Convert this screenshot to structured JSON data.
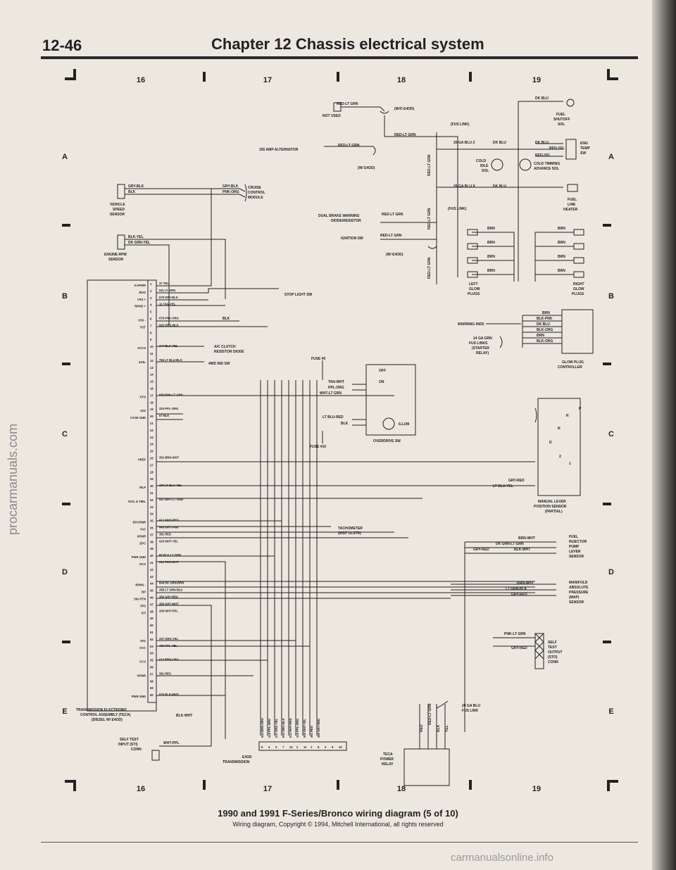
{
  "header": {
    "page_number": "12-46",
    "chapter_title": "Chapter 12  Chassis electrical system"
  },
  "columns": [
    "16",
    "17",
    "18",
    "19"
  ],
  "rows": [
    "A",
    "B",
    "C",
    "D",
    "E"
  ],
  "labels": {
    "not_used": "NOT USED",
    "wo_e4od": "(W/O E4OD)",
    "w_e4od": "(W/ E4OD)",
    "w_e4od2": "(W/ E4OD)",
    "alternator": "165 AMP ALTERNATOR",
    "fus_link1": "(FUS LINK)",
    "fus_link2": "(FUS LINK)",
    "ga20_z": "20 GA BLU Z",
    "ga20_x": "20 GA BLU X",
    "cold_idle_sol": [
      "COLD",
      "IDLE",
      "SOL"
    ],
    "cold_timing": [
      "COLD TIMMING",
      "ADVANCE SOL"
    ],
    "fuel_shutoff": [
      "FUEL",
      "SHUTOFF",
      "SOL"
    ],
    "eng_temp": [
      "ENG",
      "TEMP",
      "SW"
    ],
    "fuel_line_heater": [
      "FUEL",
      "LINE",
      "HEATER"
    ],
    "dual_brake": [
      "DUAL BRAKE WARNING",
      "DIODE/RESISTOR"
    ],
    "ignition_sw": "IGNITION SW",
    "vss_sensor": [
      "VEHICLE",
      "SPEED",
      "SENSOR"
    ],
    "rpm_sensor": [
      "ENGINE RPM",
      "SENSOR"
    ],
    "cruise": [
      "CRUISE",
      "CONTROL",
      "MODULE"
    ],
    "left_glow": [
      "LEFT",
      "GLOW",
      "PLUGS"
    ],
    "right_glow": [
      "RIGHT",
      "GLOW",
      "PLUGS"
    ],
    "warning_inds": "WARNING INDS",
    "ga14": [
      "14 GA GRN",
      "FUS LINKS",
      "(STARTER",
      "RELAY)"
    ],
    "glow_ctrl": [
      "GLOW PLUG",
      "CONTROLLER"
    ],
    "stop_light": "STOP LIGHT SW",
    "ac_clutch": [
      "A/C CLUTCH",
      "RESISTOR DIODE"
    ],
    "fourwd": "4WD IND SW",
    "fuse5": "FUSE #5",
    "fuse10": "FUSE #10",
    "off": "OFF",
    "on": "ON",
    "illum": "ILLUM",
    "overdrive": "OVERDRIVE SW",
    "manual_lever": [
      "MANUAL LEVER",
      "POSITION SENSOR",
      "(PARTIAL)"
    ],
    "lever_pos": [
      "P",
      "R",
      "N",
      "D",
      "2",
      "1"
    ],
    "tachometer": [
      "TACHOMETER",
      "(INST CLSTR)"
    ],
    "fuel_injector": [
      "FUEL",
      "INJECTOR",
      "PUMP",
      "LEVER",
      "SENSOR"
    ],
    "map_sensor": [
      "MANIFOLD",
      "ABSOLUTE",
      "PRESSURE",
      "(MAP)",
      "SENSOR"
    ],
    "self_test_out": [
      "SELF",
      "TEST",
      "OUTPUT",
      "(STO)",
      "CONN"
    ],
    "teca": [
      "TRANSMISSION ELECTRONIC",
      "CONTROL ASSEMBLY (TECA)",
      "(DIESEL W/ E4OD)"
    ],
    "self_test_in": [
      "SELF TEST",
      "INPUT (STI)",
      "CONN"
    ],
    "e4od": [
      "E4OD",
      "TRANSMISSION"
    ],
    "teca_relay": [
      "TECA",
      "POWER",
      "RELAY"
    ],
    "fus20": [
      "20 GA BLU",
      "FUS LINK"
    ]
  },
  "wires": {
    "red_lt_grn": "RED-LT GRN",
    "dk_blu": "DK BLU",
    "red_yel": "RED-YEL",
    "gry_blk": "GRY-BLK",
    "blk": "BLK",
    "pnk_org": "PNK-ORG",
    "blk_yel": "BLK-YEL",
    "dk_grn_yel": "DK GRN-YEL",
    "brn": "BRN",
    "blk_pnk": "BLK-PNK",
    "blk_org": "BLK-ORG",
    "tan_wht": "TAN-WHT",
    "ppl_org": "PPL-ORG",
    "wht_lt_grn": "WHT-LT GRN",
    "lt_blu_red": "LT BLU-RED",
    "gry_red": "GRY-RED",
    "lt_blu_yel": "LT BLU-YEL",
    "brn_wht": "BRN-WHT",
    "dk_grn_lt_grn": "DK GRN-LT GRN",
    "blk_wht": "BLK-WHT",
    "lt_grn_blk": "LT GRN-BLK",
    "pnk_lt_grn": "PNK-LT GRN",
    "wht_ppl": "WHT-PPL",
    "yel": "YEL",
    "red": "RED"
  },
  "teca_pins": [
    {
      "pin": "1",
      "name": "KAPWR",
      "wire": "37 YEL"
    },
    {
      "pin": "2",
      "name": "BOO",
      "wire": "511 LT GRN"
    },
    {
      "pin": "3",
      "name": "VSS +",
      "wire": "679 GRY-BLK"
    },
    {
      "pin": "4",
      "name": "RPMS +",
      "wire": "11 TAN-YEL"
    },
    {
      "pin": "5",
      "name": "",
      "wire": ""
    },
    {
      "pin": "6",
      "name": "VSS -",
      "wire": "676 PNK-ORG"
    },
    {
      "pin": "7",
      "name": "TOT",
      "wire": "923 ORG-BLK"
    },
    {
      "pin": "8",
      "name": "",
      "wire": ""
    },
    {
      "pin": "9",
      "name": "",
      "wire": ""
    },
    {
      "pin": "10",
      "name": "ACCS",
      "wire": "347 BLK-YEL"
    },
    {
      "pin": "11",
      "name": "",
      "wire": ""
    },
    {
      "pin": "12",
      "name": "4X4L",
      "wire": "784 LT BLU-BLK"
    },
    {
      "pin": "13",
      "name": "",
      "wire": ""
    },
    {
      "pin": "14",
      "name": "",
      "wire": ""
    },
    {
      "pin": "15",
      "name": "",
      "wire": ""
    },
    {
      "pin": "16",
      "name": "",
      "wire": ""
    },
    {
      "pin": "17",
      "name": "STO",
      "wire": "659 PNK-LT GRN"
    },
    {
      "pin": "18",
      "name": "",
      "wire": ""
    },
    {
      "pin": "19",
      "name": "SS2",
      "wire": "315 PPL-ORG"
    },
    {
      "pin": "20",
      "name": "CASE GND",
      "wire": "57 BLK"
    },
    {
      "pin": "21",
      "name": "",
      "wire": ""
    },
    {
      "pin": "22",
      "name": "",
      "wire": ""
    },
    {
      "pin": "23",
      "name": "",
      "wire": ""
    },
    {
      "pin": "24",
      "name": "",
      "wire": ""
    },
    {
      "pin": "25",
      "name": "",
      "wire": ""
    },
    {
      "pin": "26",
      "name": "VREF",
      "wire": "351 BRN-WHT"
    },
    {
      "pin": "27",
      "name": "",
      "wire": ""
    },
    {
      "pin": "28",
      "name": "",
      "wire": ""
    },
    {
      "pin": "29",
      "name": "",
      "wire": ""
    },
    {
      "pin": "30",
      "name": "MLP",
      "wire": "199 LT BLU-YEL"
    },
    {
      "pin": "31",
      "name": "",
      "wire": ""
    },
    {
      "pin": "32",
      "name": "OCIL & TMIL",
      "wire": "911 WHT-LT GRN"
    },
    {
      "pin": "33",
      "name": "",
      "wire": ""
    },
    {
      "pin": "34",
      "name": "",
      "wire": ""
    },
    {
      "pin": "35",
      "name": "EPCPWR",
      "wire": "912 WHT-RED"
    },
    {
      "pin": "36",
      "name": "TAC",
      "wire": "648 WHT-PNK"
    },
    {
      "pin": "37",
      "name": "VPWR",
      "wire": "361 RED"
    },
    {
      "pin": "38",
      "name": "EPC",
      "wire": "925 WHT-YEL"
    },
    {
      "pin": "39",
      "name": "",
      "wire": ""
    },
    {
      "pin": "40",
      "name": "PWR GND",
      "wire": "60 BLK-LT GRN"
    },
    {
      "pin": "41",
      "name": "OCS",
      "wire": "224 TAN-WHT"
    },
    {
      "pin": "42",
      "name": "",
      "wire": ""
    },
    {
      "pin": "43",
      "name": "",
      "wire": ""
    },
    {
      "pin": "44",
      "name": "RPMS -",
      "wire": "644 DK GRN-BRN"
    },
    {
      "pin": "45",
      "name": "BP",
      "wire": "358 LT GRN-BLK"
    },
    {
      "pin": "46",
      "name": "SIG RTN",
      "wire": "359 GRY-RED"
    },
    {
      "pin": "47",
      "name": "TPS",
      "wire": "355 GRY-WHT"
    },
    {
      "pin": "48",
      "name": "STI",
      "wire": "209 WHT-PPL"
    },
    {
      "pin": "49",
      "name": "",
      "wire": ""
    },
    {
      "pin": "50",
      "name": "",
      "wire": ""
    },
    {
      "pin": "51",
      "name": "",
      "wire": ""
    },
    {
      "pin": "52",
      "name": "SS1",
      "wire": "237 ORG-YEL"
    },
    {
      "pin": "53",
      "name": "CCC",
      "wire": "480 PPL-YEL"
    },
    {
      "pin": "54",
      "name": "",
      "wire": ""
    },
    {
      "pin": "55",
      "name": "CCS",
      "wire": "924 BRN-ORG"
    },
    {
      "pin": "56",
      "name": "",
      "wire": ""
    },
    {
      "pin": "57",
      "name": "VPWR",
      "wire": "361 RED"
    },
    {
      "pin": "58",
      "name": "",
      "wire": ""
    },
    {
      "pin": "59",
      "name": "",
      "wire": ""
    },
    {
      "pin": "60",
      "name": "PWR GND",
      "wire": "570 BLK-WHT"
    }
  ],
  "e4od_wires": [
    "924 BRN-ORG",
    "315 PPL-ORG",
    "237 ORG-YEL",
    "923 ORG-BLK",
    "912 WHT-RED",
    "315 PPL-ORG",
    "925 WHT-YEL",
    "361 RED",
    "359 GRY-RED"
  ],
  "e4od_pins": [
    "6",
    "4",
    "3",
    "7",
    "12",
    "2",
    "11",
    "1",
    "8",
    "5",
    "9",
    "10"
  ],
  "caption": {
    "title": "1990 and 1991 F-Series/Bronco wiring diagram (5 of 10)",
    "copyright": "Wiring diagram, Copyright © 1994, Mitchell International, all rights reserved"
  },
  "watermarks": {
    "left": "procarmanuals.com",
    "bottom": "carmanualsonline.info"
  }
}
